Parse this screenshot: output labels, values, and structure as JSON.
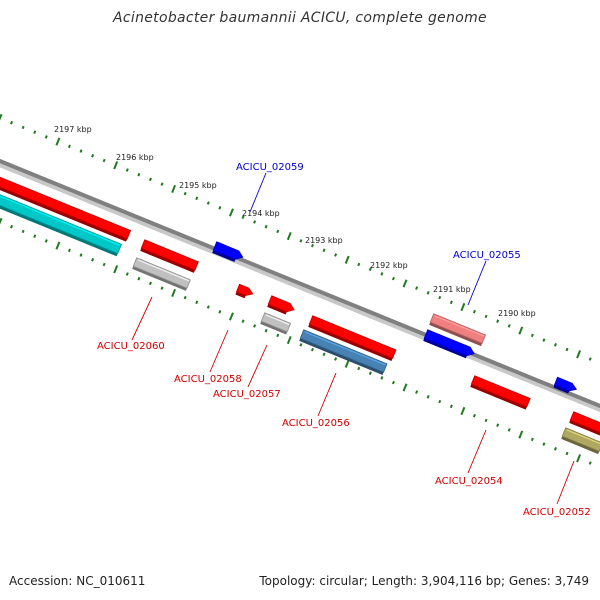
{
  "title": "Acinetobacter baumannii ACICU, complete genome",
  "footer": {
    "accession": "Accession: NC_010611",
    "summary": "Topology: circular; Length: 3,904,116 bp; Genes: 3,749"
  },
  "colors": {
    "backbone": "#808080",
    "ticks": "#1f7a1f",
    "forward_label": "#0000cc",
    "reverse_label": "#cc0000",
    "gene_red": "#ff0000",
    "gene_blue": "#0000ff",
    "gene_cyan": "#00c8c8",
    "gene_grey": "#c0c0c0",
    "gene_pink": "#f08080",
    "gene_steelblue": "#4682b4",
    "gene_olive": "#b0a860"
  },
  "scale": {
    "unit": "kbp",
    "tick_labels": [
      "2197 kbp",
      "2196 kbp",
      "2195 kbp",
      "2194 kbp",
      "2193 kbp",
      "2192 kbp",
      "2191 kbp",
      "2190 kbp"
    ]
  },
  "gene_labels": [
    {
      "text": "ACICU_02059",
      "strand": "forward"
    },
    {
      "text": "ACICU_02055",
      "strand": "forward"
    },
    {
      "text": "ACICU_02060",
      "strand": "reverse"
    },
    {
      "text": "ACICU_02058",
      "strand": "reverse"
    },
    {
      "text": "ACICU_02057",
      "strand": "reverse"
    },
    {
      "text": "ACICU_02056",
      "strand": "reverse"
    },
    {
      "text": "ACICU_02054",
      "strand": "reverse"
    },
    {
      "text": "ACICU_02052",
      "strand": "reverse"
    }
  ]
}
